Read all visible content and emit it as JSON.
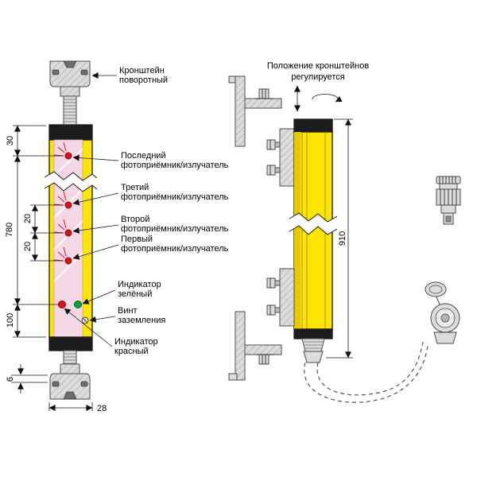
{
  "colors": {
    "body_yellow": "#ffe600",
    "body_yellow_shade": "#e9c800",
    "window_pink": "#f6d7e6",
    "cap_black": "#1c1c1c",
    "metal_gray": "#dcdcdc",
    "indicator_red": "#d81414",
    "indicator_green": "#0a9e3c"
  },
  "left_view": {
    "callouts": {
      "bracket": {
        "line1": "Кронштейн",
        "line2": "поворотный"
      },
      "last": {
        "line1": "Последний",
        "line2": "фотоприёмник/излучатель"
      },
      "third": {
        "line1": "Третий",
        "line2": "фотоприёмник/излучатель"
      },
      "second": {
        "line1": "Второй",
        "line2": "фотоприёмник/излучатель"
      },
      "first": {
        "line1": "Первый",
        "line2": "фотоприёмник/излучатель"
      },
      "indicator_green": {
        "line1": "Индикатор",
        "line2": "зелёный"
      },
      "ground_screw": {
        "line1": "Винт",
        "line2": "заземления"
      },
      "indicator_red": {
        "line1": "Индикатор",
        "line2": "красный"
      }
    },
    "dimensions": {
      "top_offset": "30",
      "sensing_span": "780",
      "pitch_upper": "20",
      "pitch_lower": "20",
      "bottom_offset": "100",
      "bracket_plate": "6",
      "body_width": "28"
    }
  },
  "right_view": {
    "note": {
      "line1": "Положение кронштейнов",
      "line2": "регулируется"
    },
    "dimensions": {
      "body_length": "910"
    }
  }
}
